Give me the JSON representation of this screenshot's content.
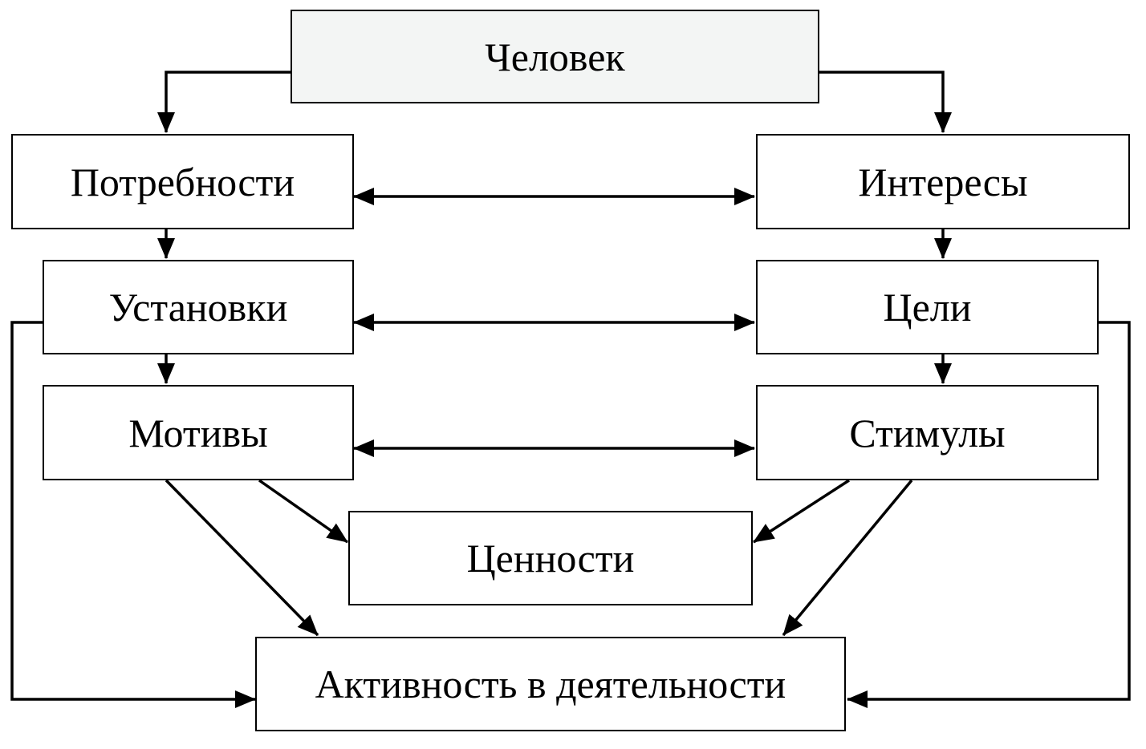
{
  "nodes": {
    "chelovek": "Человек",
    "potrebnosti": "Потребности",
    "interesy": "Интересы",
    "ustanovki": "Установки",
    "tseli": "Цели",
    "motivy": "Мотивы",
    "stimuly": "Стимулы",
    "tsennosti": "Ценности",
    "aktivnost": "Активность в деятельности"
  },
  "edges": [
    {
      "from": "chelovek",
      "to": "potrebnosti",
      "kind": "directed"
    },
    {
      "from": "chelovek",
      "to": "interesy",
      "kind": "directed"
    },
    {
      "from": "potrebnosti",
      "to": "interesy",
      "kind": "bidirectional"
    },
    {
      "from": "potrebnosti",
      "to": "ustanovki",
      "kind": "directed"
    },
    {
      "from": "interesy",
      "to": "tseli",
      "kind": "directed"
    },
    {
      "from": "ustanovki",
      "to": "tseli",
      "kind": "bidirectional"
    },
    {
      "from": "ustanovki",
      "to": "motivy",
      "kind": "directed"
    },
    {
      "from": "tseli",
      "to": "stimuly",
      "kind": "directed"
    },
    {
      "from": "motivy",
      "to": "stimuly",
      "kind": "bidirectional"
    },
    {
      "from": "motivy",
      "to": "tsennosti",
      "kind": "directed"
    },
    {
      "from": "motivy",
      "to": "aktivnost",
      "kind": "directed"
    },
    {
      "from": "stimuly",
      "to": "tsennosti",
      "kind": "directed"
    },
    {
      "from": "stimuly",
      "to": "aktivnost",
      "kind": "directed"
    },
    {
      "from": "ustanovki",
      "to": "aktivnost",
      "kind": "directed"
    },
    {
      "from": "tseli",
      "to": "aktivnost",
      "kind": "directed"
    }
  ]
}
